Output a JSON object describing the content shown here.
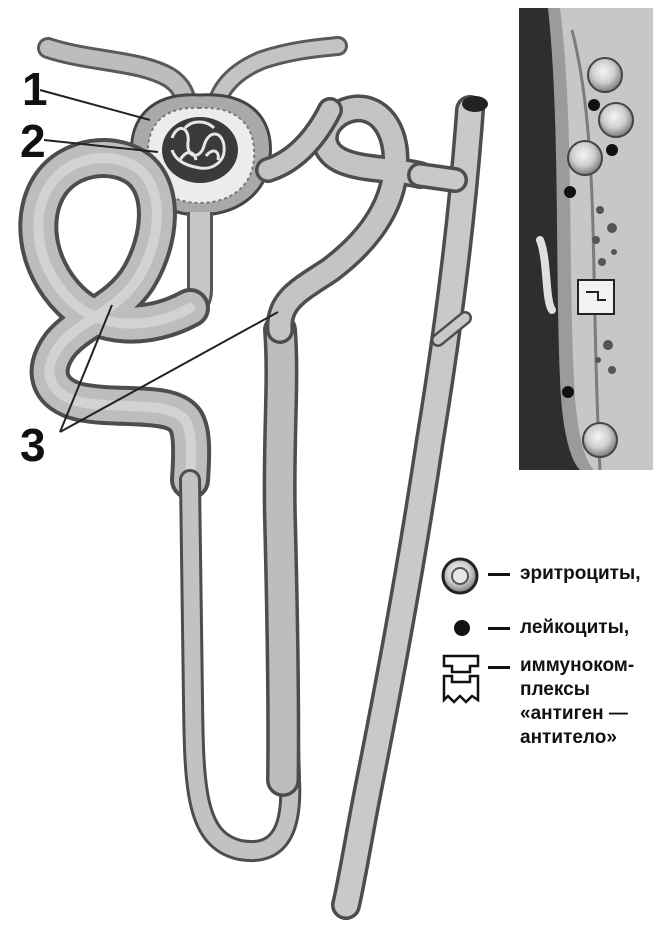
{
  "callouts": {
    "label_1": "1",
    "label_2": "2",
    "label_3": "3"
  },
  "legend": {
    "erythrocytes": "эритроциты,",
    "leukocytes": "лейкоциты,",
    "complexes_line1": "иммуноком-",
    "complexes_line2": "плексы",
    "complexes_line3": "«антиген —",
    "complexes_line4": "антитело»"
  },
  "colors": {
    "tubule_fill": "#b7b7b7",
    "tubule_edge": "#5a5a5a",
    "inset_bg": "#3a3a3a",
    "vessel_fill": "#cfcfcf"
  }
}
